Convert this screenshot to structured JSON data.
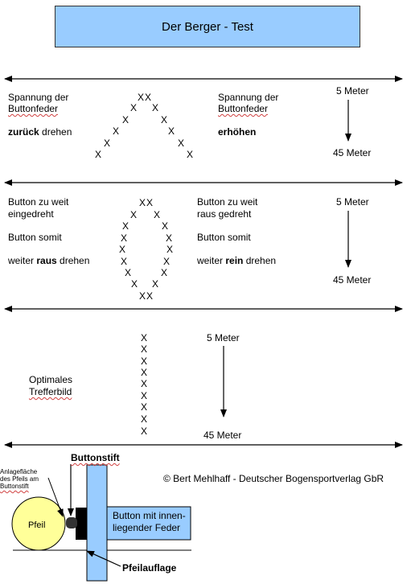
{
  "title": "Der Berger - Test",
  "section1": {
    "left_line1": "Spannung der",
    "left_line2": "Buttonfeder",
    "left_bold": "zurück",
    "left_rest": " drehen",
    "right_line1": "Spannung der",
    "right_line2": "Buttonfeder",
    "right_bold": "erhöhen",
    "dist_top": "5 Meter",
    "dist_bottom": "45 Meter"
  },
  "section2": {
    "left_line1": "Button zu weit",
    "left_line2": "eingedreht",
    "left_line3": "Button somit",
    "left_pre": "weiter ",
    "left_bold": "raus",
    "left_post": " drehen",
    "right_line1": "Button zu weit",
    "right_line2": "raus gedreht",
    "right_line3": "Button somit",
    "right_pre": "weiter ",
    "right_bold": "rein",
    "right_post": " drehen",
    "dist_top": "5 Meter",
    "dist_bottom": "45 Meter"
  },
  "section3": {
    "label_line1": "Optimales",
    "label_line2": "Trefferbild",
    "dist_top": "5 Meter",
    "dist_bottom": "45 Meter"
  },
  "marker": "X",
  "copyright": "© Bert Mehlhaff - Deutscher Bogensportverlag GbR",
  "diagram": {
    "buttonstift": "Buttonstift",
    "contact_line1": "Anlagefläche",
    "contact_line2": "des Pfeils am",
    "contact_line3": "Buttonstift",
    "pfeil": "Pfeil",
    "button_line1": "Button mit innen-",
    "button_line2": "liegender Feder",
    "pfeilauflage": "Pfeilauflage"
  }
}
